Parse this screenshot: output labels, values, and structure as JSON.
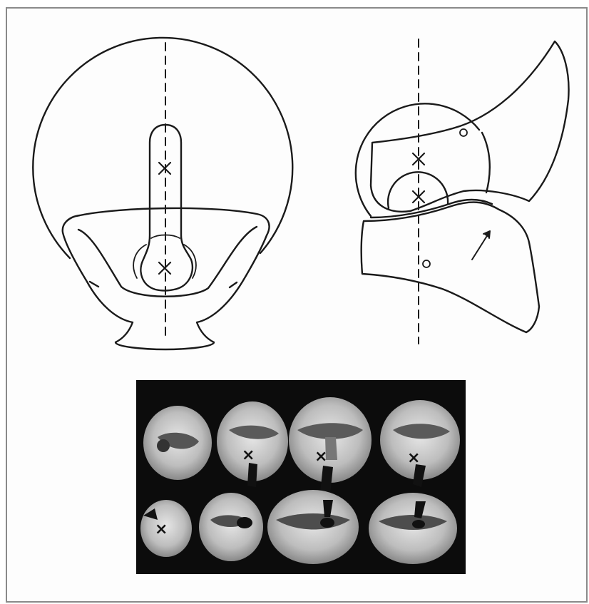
{
  "figure": {
    "background_color": "#ffffff",
    "frame_color": "#8a8a8a",
    "line_color": "#1a1a1a",
    "photo_background_color": "#0c0c0c",
    "tooth_color": "#cfcfcf",
    "markers": {
      "center_mark_symbol": "×",
      "reference_point_symbol": "○",
      "direction_arrow": "arrow-up-right"
    },
    "panels": [
      {
        "id": "left-frontal-diagram",
        "description_icon": "tooth-crown-with-cusp-outline"
      },
      {
        "id": "right-sagittal-diagram",
        "description_icon": "jaw-contact-outline"
      },
      {
        "id": "occlusal-photograph",
        "rows": 2,
        "teeth_per_row": 4
      }
    ]
  }
}
